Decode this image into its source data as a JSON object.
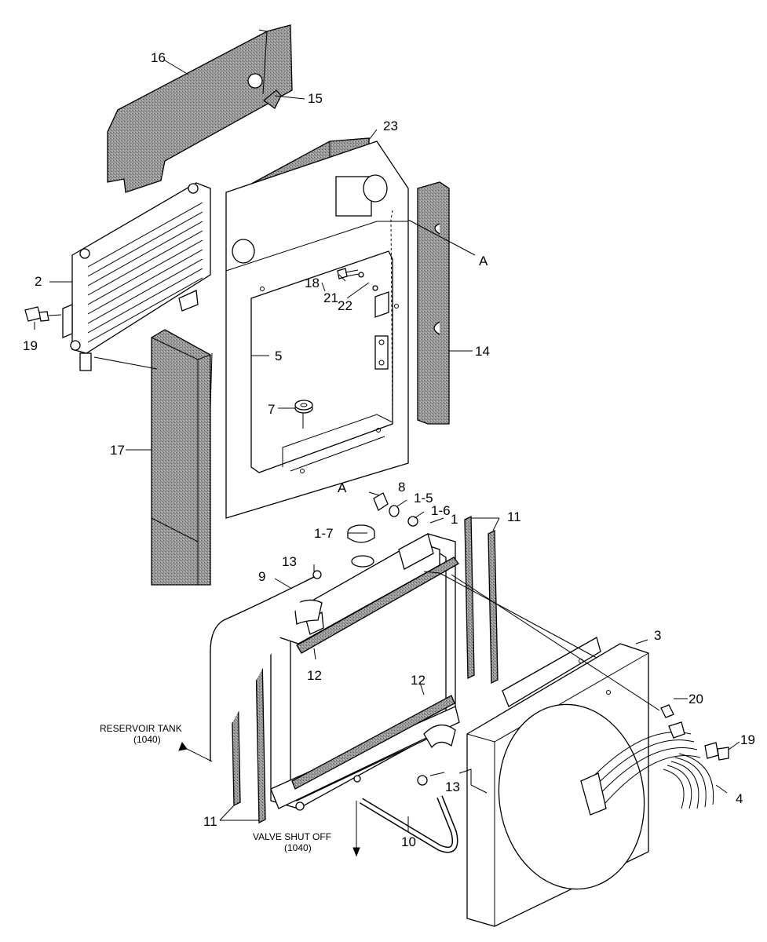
{
  "labels": {
    "p1": "1",
    "p1_5": "1-5",
    "p1_6": "1-6",
    "p1_7": "1-7",
    "p2": "2",
    "p3": "3",
    "p4": "4",
    "p5": "5",
    "p7": "7",
    "p8": "8",
    "p9": "9",
    "p10": "10",
    "p11": "11",
    "p12": "12",
    "p13": "13",
    "p14": "14",
    "p15": "15",
    "p16": "16",
    "p17": "17",
    "p18": "18",
    "p19": "19",
    "p20": "20",
    "p21": "21",
    "p22": "22",
    "p23": "23",
    "ref_a": "A"
  },
  "notes": {
    "reservoir_tank": "RESERVOIR TANK",
    "reservoir_tank_ref": "(1040)",
    "valve_shut_off": "VALVE SHUT OFF",
    "valve_shut_off_ref": "(1040)"
  },
  "colors": {
    "line": "#000000",
    "background": "#ffffff",
    "foam": "#8a8a8a"
  }
}
